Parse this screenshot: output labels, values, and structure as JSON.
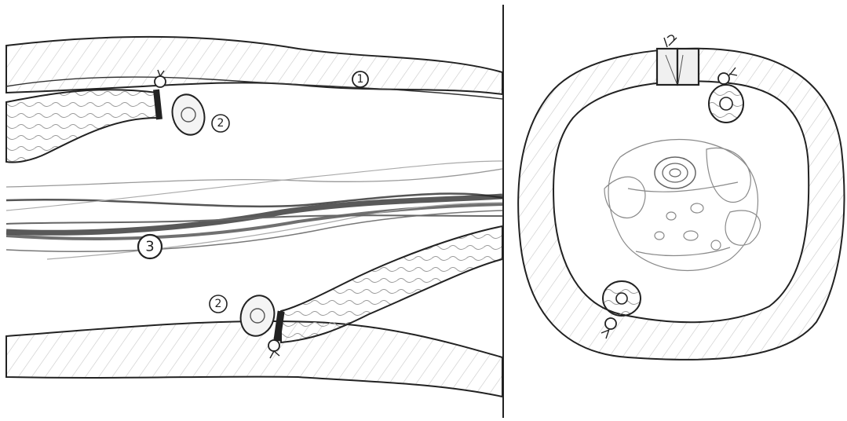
{
  "labels": {
    "one": "1",
    "two_top": "2",
    "two_bottom": "2",
    "three": "3"
  },
  "colors": {
    "ink": "#222222",
    "pencil": "#555555",
    "shade": "#bdbdbd",
    "paper": "#ffffff"
  }
}
